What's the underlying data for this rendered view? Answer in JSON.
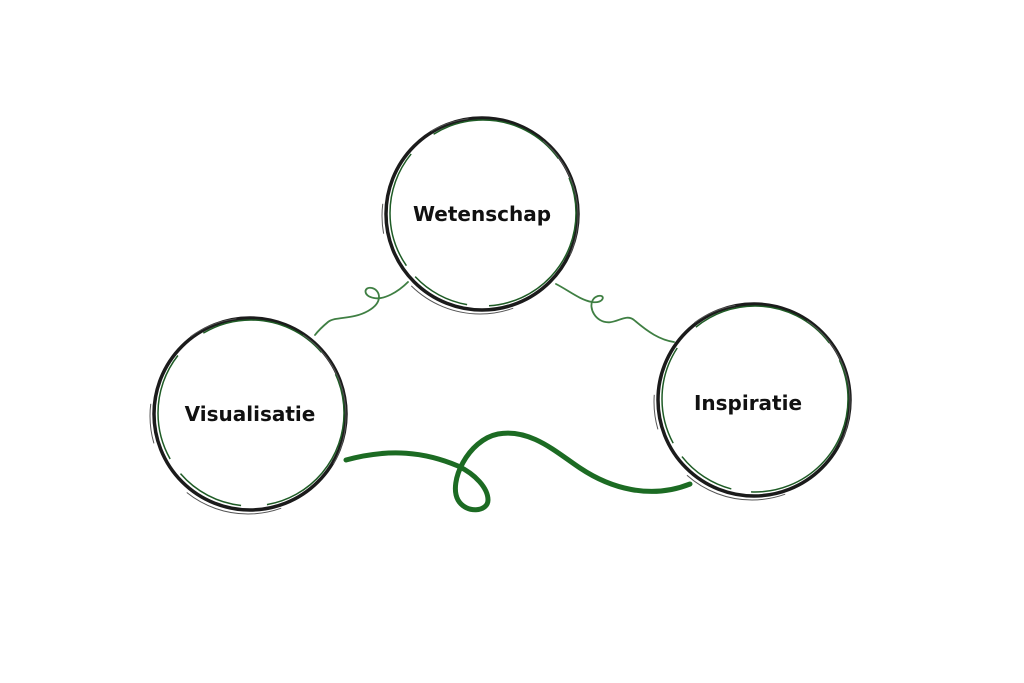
{
  "diagram": {
    "nodes": [
      {
        "id": "wetenschap",
        "label": "Wetenschap"
      },
      {
        "id": "visualisatie",
        "label": "Visualisatie"
      },
      {
        "id": "inspiratie",
        "label": "Inspiratie"
      }
    ]
  },
  "colors": {
    "ring_dark": "#1b1b1b",
    "ring_green": "#1e5b25",
    "connector": "#3f7f43",
    "connector_bold": "#1c6b23",
    "label": "#111111"
  }
}
